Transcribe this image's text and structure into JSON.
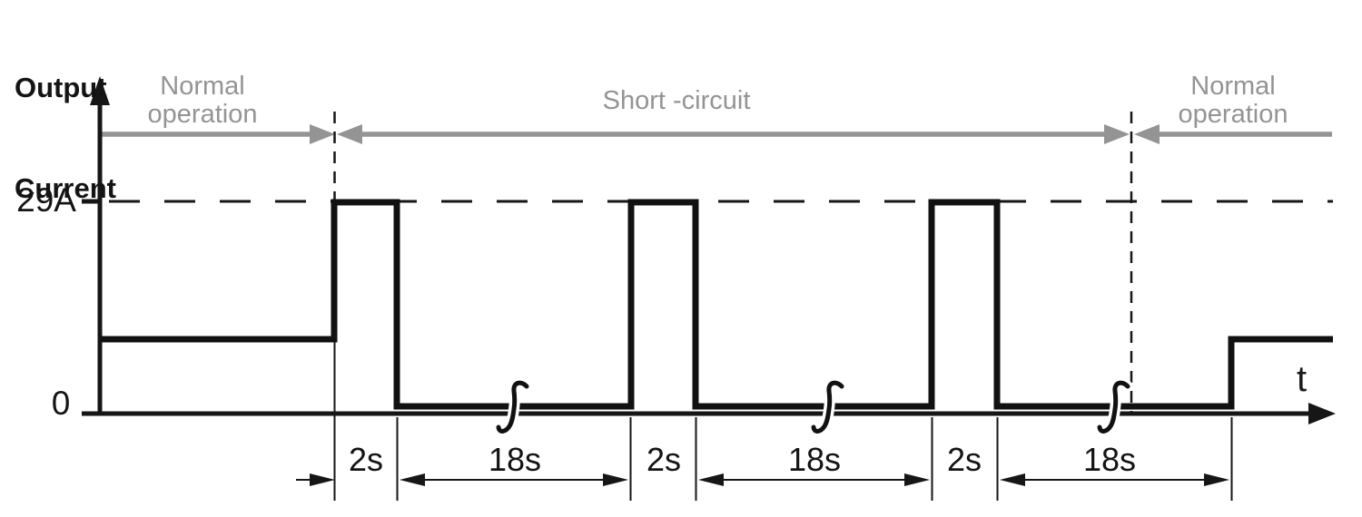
{
  "title": {
    "line1": "Output",
    "line2": "Current"
  },
  "axis": {
    "y_unit_description": "Output Current",
    "current_limit_label": "29A",
    "zero_label": "0",
    "time_label": "t"
  },
  "regions": [
    {
      "line1": "Normal",
      "line2": "operation"
    },
    {
      "line1": "Short -circuit"
    },
    {
      "line1": "Normal",
      "line2": "operation"
    }
  ],
  "timing": {
    "labels": [
      "2s",
      "18s",
      "2s",
      "18s",
      "2s",
      "18s"
    ]
  },
  "waveform": {
    "description": "Output current vs time",
    "normal_level": "load current (between 0 and 29A)",
    "short_circuit_cycle": {
      "pulse_level": "29A",
      "pulse_duration": "2s",
      "rest_level": "0",
      "rest_duration": "18s",
      "pulse_count_shown": 3
    },
    "sequence": [
      {
        "phase": "Normal operation",
        "level": "normal"
      },
      {
        "phase": "Short -circuit",
        "pattern": "2s at 29A, 18s at 0, repeated"
      },
      {
        "phase": "Normal operation",
        "level": "normal"
      }
    ]
  },
  "colors": {
    "ink": "#161616",
    "waveform": "#111111",
    "annotation_gray": "#949494",
    "background": "#ffffff"
  }
}
